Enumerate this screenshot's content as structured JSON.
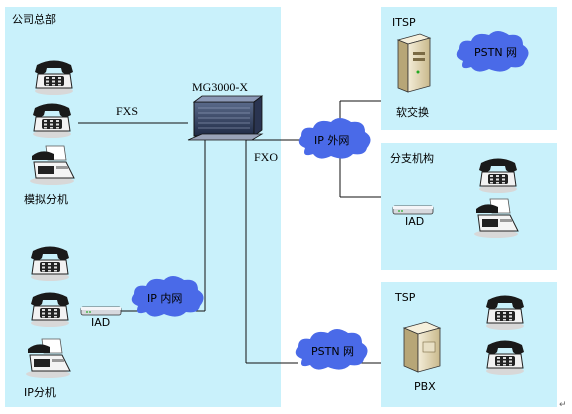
{
  "hq": {
    "title": "公司总部",
    "analog_label": "模拟分机",
    "ip_label": "IP分机",
    "iad_label": "IAD"
  },
  "links": {
    "fxs": "FXS",
    "fxo": "FXO"
  },
  "gateway": {
    "label": "MG3000-X"
  },
  "clouds": {
    "ip_internal": "IP 内网",
    "ip_external": "IP 外网",
    "pstn_itsp": "PSTN 网",
    "pstn_bottom": "PSTN 网"
  },
  "itsp": {
    "title": "ITSP",
    "softswitch_label": "软交换"
  },
  "branch": {
    "title": "分支机构",
    "iad_label": "IAD"
  },
  "tsp": {
    "title": "TSP",
    "pbx_label": "PBX"
  },
  "colors": {
    "panel": "#c9f1fb",
    "cloud": "#4a6ae8",
    "line": "#111111"
  },
  "corner_mark": "↵"
}
